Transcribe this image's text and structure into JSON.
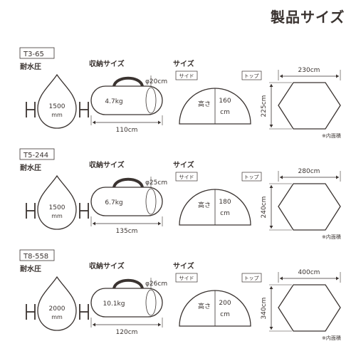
{
  "page_title": "製品サイズ",
  "labels": {
    "water": "耐水圧",
    "storage": "収納サイズ",
    "size": "サイズ",
    "side": "サイド",
    "top": "トップ",
    "height": "高さ",
    "inner_area": "※内面積",
    "mm": "mm"
  },
  "products": [
    {
      "model": "T3-65",
      "water_mm": "1500",
      "weight": "4.7kg",
      "diameter": "φ20cm",
      "bag_length": "110cm",
      "tent_height": "160",
      "top_width": "230cm",
      "top_depth": "225cm"
    },
    {
      "model": "T5-244",
      "water_mm": "1500",
      "weight": "6.7kg",
      "diameter": "φ25cm",
      "bag_length": "135cm",
      "tent_height": "180",
      "top_width": "280cm",
      "top_depth": "240cm"
    },
    {
      "model": "T8-558",
      "water_mm": "2000",
      "weight": "10.1kg",
      "diameter": "φ26cm",
      "bag_length": "120cm",
      "tent_height": "200",
      "top_width": "400cm",
      "top_depth": "340cm"
    }
  ]
}
